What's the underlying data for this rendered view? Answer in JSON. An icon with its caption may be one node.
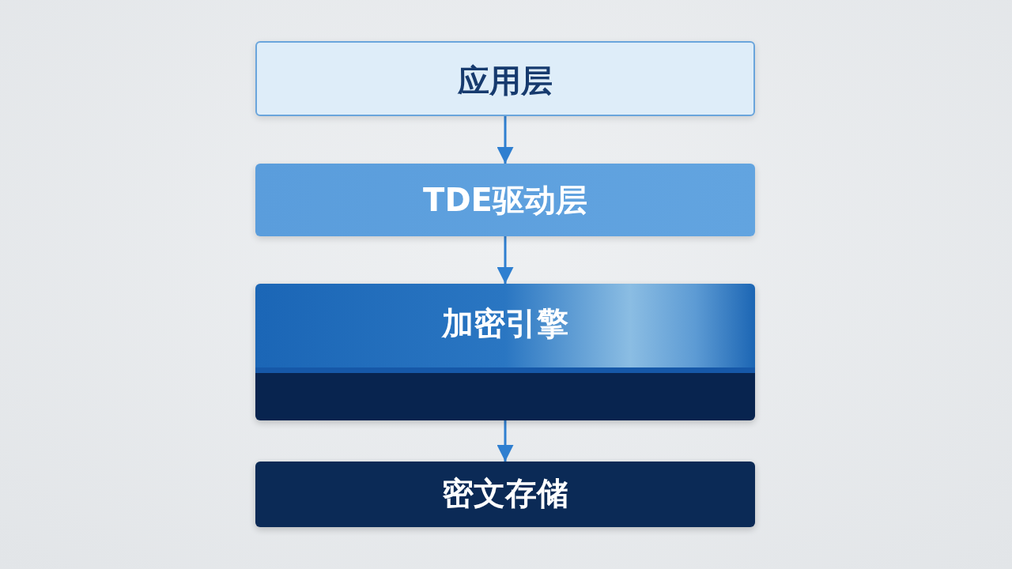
{
  "diagram": {
    "nodes": [
      {
        "text": [
          "应用层"
        ]
      },
      {
        "text": [
          "TDE驱动层"
        ]
      },
      {
        "text": [
          "加密引擎"
        ]
      },
      {
        "text": [
          "密文存储"
        ]
      }
    ],
    "edges": [
      {
        "from": 0,
        "to": 1,
        "arrow": "to"
      },
      {
        "from": 1,
        "to": 2,
        "arrow": "to"
      },
      {
        "from": 2,
        "to": 3,
        "arrow": "to"
      }
    ]
  }
}
